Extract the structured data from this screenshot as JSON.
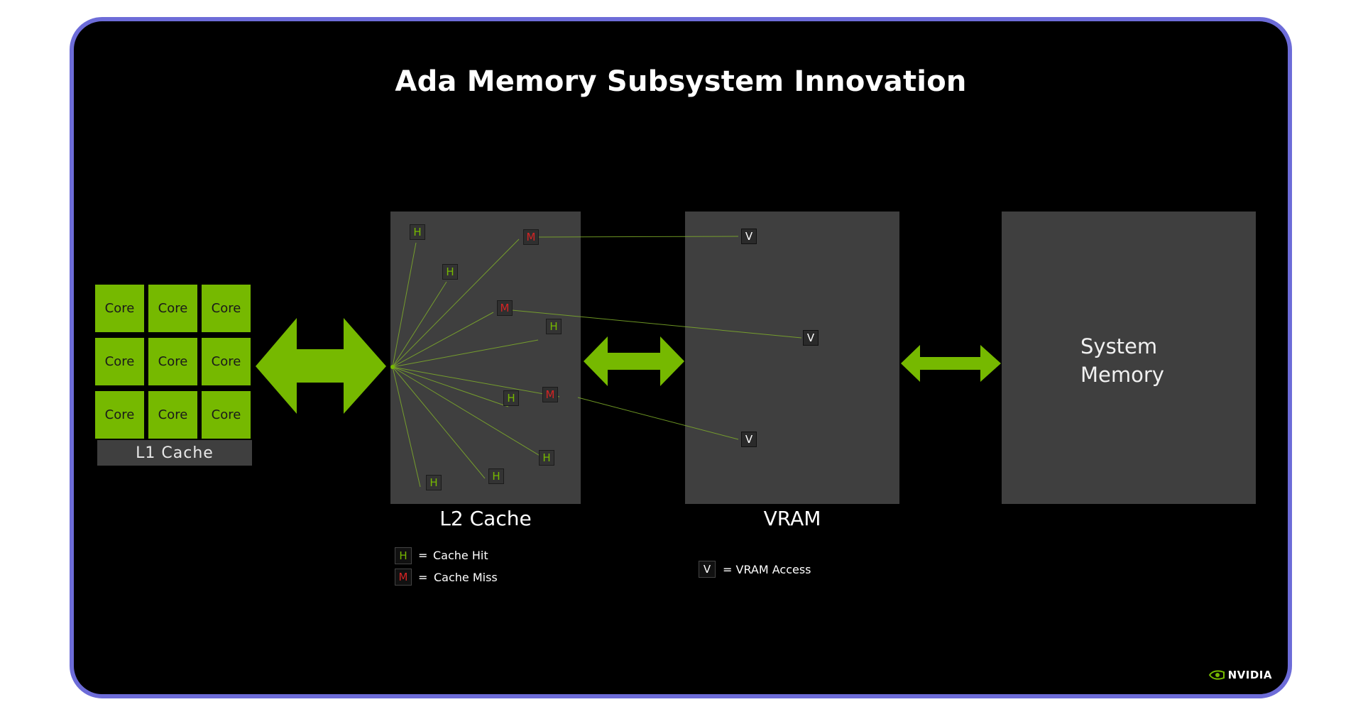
{
  "title": "Ada Memory Subsystem Innovation",
  "core_label": "Core",
  "l1_label": "L1 Cache",
  "l2_label": "L2 Cache",
  "vram_label": "VRAM",
  "system_memory": {
    "line1": "System",
    "line2": "Memory"
  },
  "tags": {
    "hit": "H",
    "miss": "M",
    "vram": "V"
  },
  "legend": {
    "hit_symbol": "H",
    "hit_eq": "=",
    "hit_text": "Cache Hit",
    "miss_symbol": "M",
    "miss_eq": "=",
    "miss_text": "Cache Miss",
    "vram_symbol": "V",
    "vram_text": "= VRAM Access"
  },
  "logo_text": "NVIDIA",
  "colors": {
    "accent": "#76b900",
    "miss": "#d42424",
    "panel": "#3f3f3f",
    "frame": "#6d6cd8"
  }
}
